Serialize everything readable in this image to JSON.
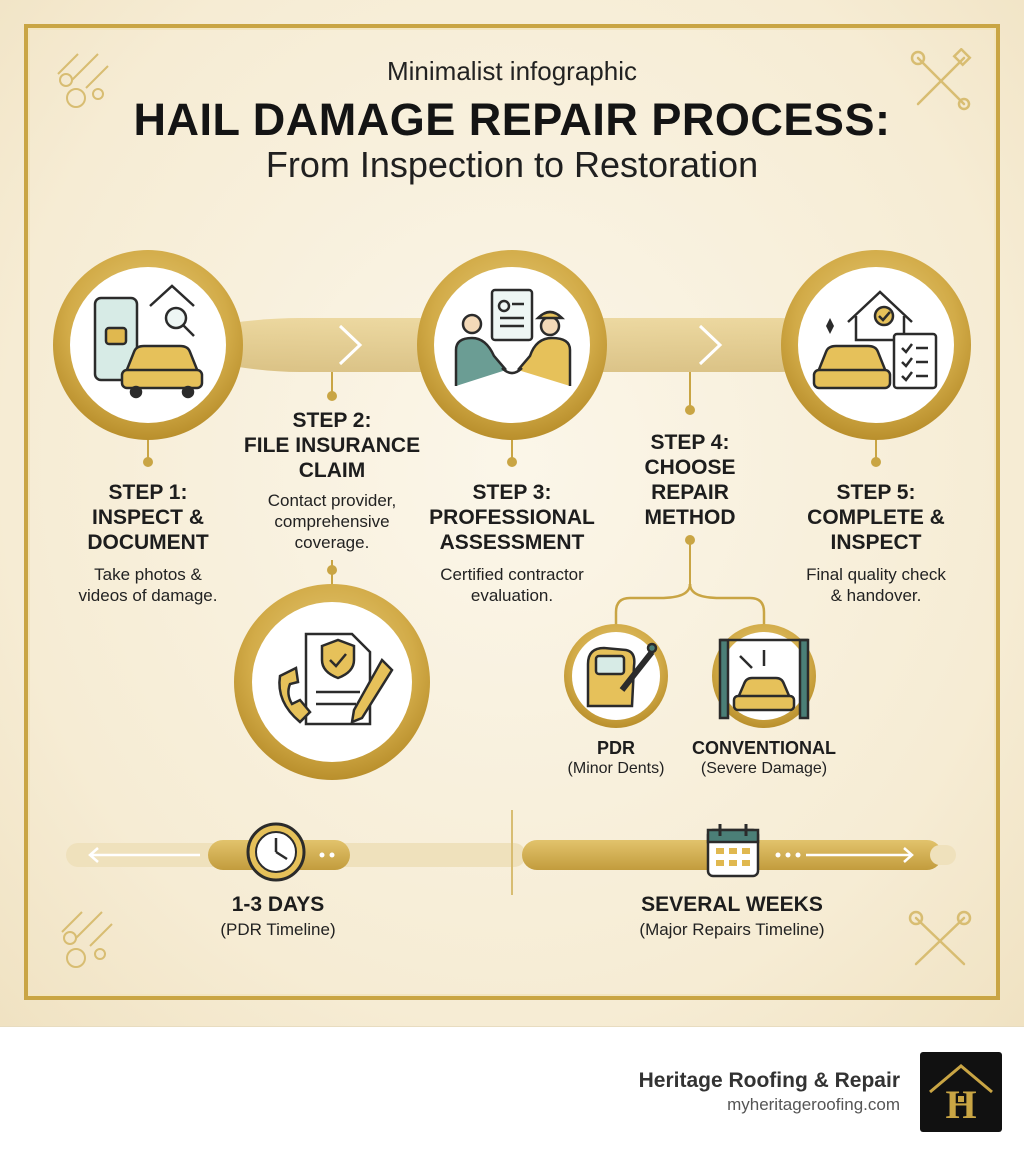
{
  "header": {
    "kicker": "Minimalist infographic",
    "title": "HAIL DAMAGE REPAIR PROCESS:",
    "subtitle": "From Inspection to Restoration"
  },
  "steps": [
    {
      "title": "STEP 1:\nINSPECT &\nDOCUMENT",
      "desc": "Take photos &\nvideos of damage.",
      "icon": "phone-car-inspection-icon"
    },
    {
      "title": "STEP 2:\nFILE INSURANCE\nCLAIM",
      "desc": "Contact provider,\ncomprehensive\ncoverage.",
      "icon": "insurance-claim-phone-icon"
    },
    {
      "title": "STEP 3:\nPROFESSIONAL\nASSESSMENT",
      "desc": "Certified contractor\nevaluation.",
      "icon": "handshake-contractor-icon"
    },
    {
      "title": "STEP 4:\nCHOOSE\nREPAIR\nMETHOD",
      "desc": "",
      "icon": ""
    },
    {
      "title": "STEP 5:\nCOMPLETE &\nINSPECT",
      "desc": "Final quality check\n& handover.",
      "icon": "house-car-checklist-icon"
    }
  ],
  "repair_methods": [
    {
      "label": "PDR",
      "desc": "(Minor Dents)",
      "icon": "paintless-dent-repair-icon"
    },
    {
      "label": "CONVENTIONAL",
      "desc": "(Severe Damage)",
      "icon": "car-lift-repair-icon"
    }
  ],
  "timelines": [
    {
      "label": "1-3 DAYS",
      "desc": "(PDR Timeline)",
      "icon": "clock-icon"
    },
    {
      "label": "SEVERAL WEEKS",
      "desc": "(Major Repairs Timeline)",
      "icon": "calendar-icon"
    }
  ],
  "footer": {
    "brand": "Heritage Roofing & Repair",
    "url": "myheritageroofing.com",
    "logo_letter": "H"
  },
  "colors": {
    "gold": "#c9a544",
    "gold_dark": "#a9872d",
    "teal": "#4b7f77",
    "background": "#faf3e2"
  }
}
